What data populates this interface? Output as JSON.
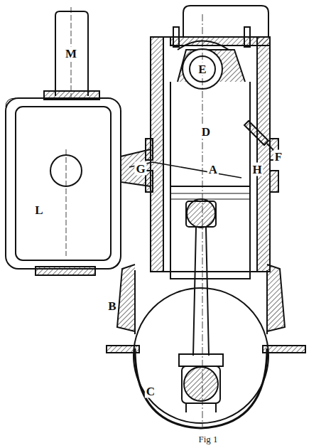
{
  "diagram": {
    "caption": "Fig 1",
    "labels": [
      "M",
      "E",
      "F",
      "D",
      "L",
      "G",
      "H",
      "A",
      "B",
      "C"
    ]
  }
}
